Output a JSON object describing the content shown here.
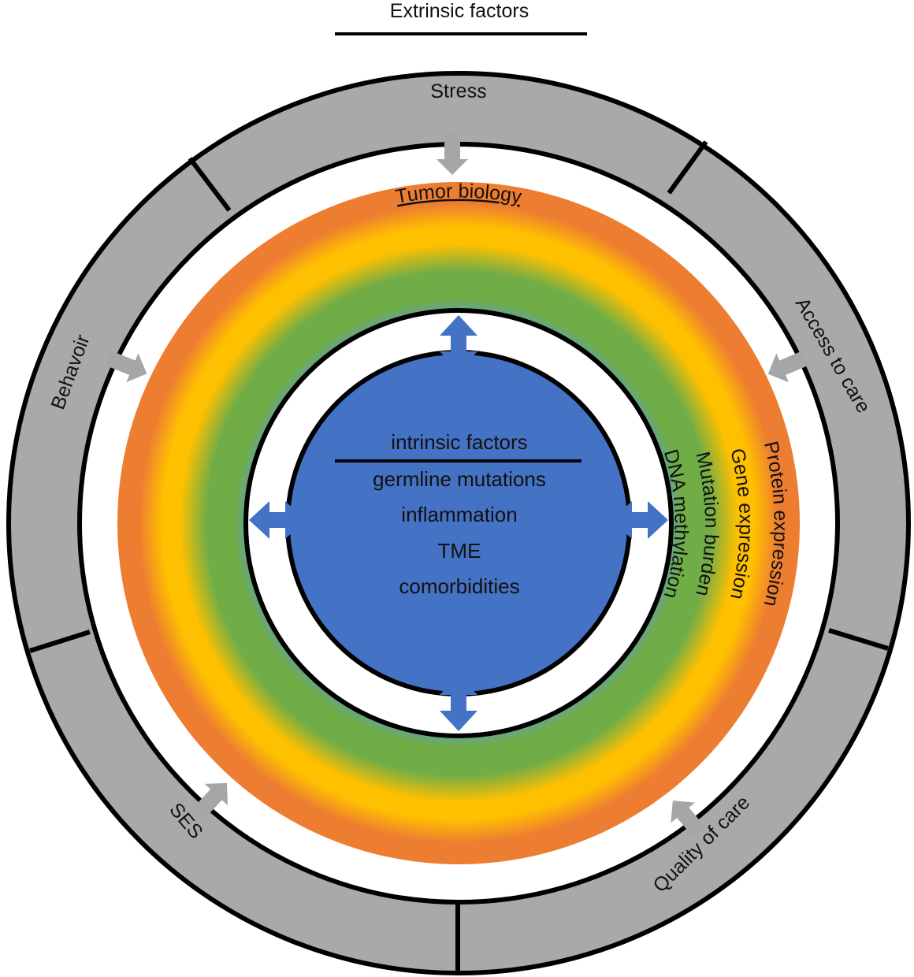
{
  "extrinsic_title": "Extrinsic factors",
  "outer_segments": {
    "stress": "Stress",
    "access": "Access to care",
    "quality": "Quality of care",
    "ses": "SES",
    "behavior": "Behavoir"
  },
  "tumor_title": "Tumor biology",
  "band_labels": {
    "protein": "Protein expression",
    "gene": "Gene expression",
    "mutation": "Mutation burden",
    "methylation": "DNA methylation"
  },
  "core": {
    "heading": "intrinsic factors",
    "items": [
      "germline mutations",
      "inflammation",
      "TME",
      "comorbidities"
    ]
  },
  "colors": {
    "segment_gray": "#a9a9a9",
    "orange": "#ed7d31",
    "yellow": "#ffc000",
    "green": "#70ad47",
    "light_blue": "#5b9bd5",
    "core_blue": "#4472c4",
    "arrow_gray": "#a6a6a6",
    "arrow_blue": "#4472c4",
    "title_gold": "#c59a00",
    "outline": "#000000"
  }
}
